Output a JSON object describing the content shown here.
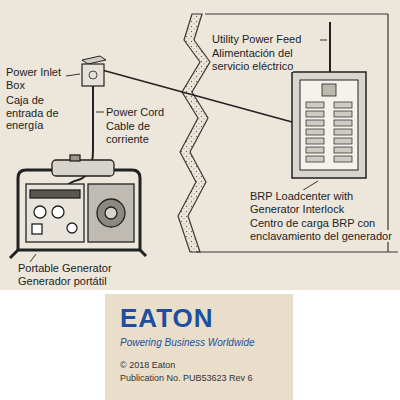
{
  "diagram": {
    "labels": [
      "Utility Power Feed",
      "Alimentación del servicio eléctrico",
      "Power Inlet Box",
      "Caja de entrada de energía",
      "Power Cord",
      "Cable de corriente",
      "BRP Loadcenter with Generator Interlock",
      "Centro de carga BRP con enclavamiento del generador",
      "Portable Generator",
      "Generador portátil",
      "EATON",
      "Powering Business Worldwide",
      "© 2018 Eaton",
      "Publication No. PUB53623 Rev 6"
    ]
  }
}
